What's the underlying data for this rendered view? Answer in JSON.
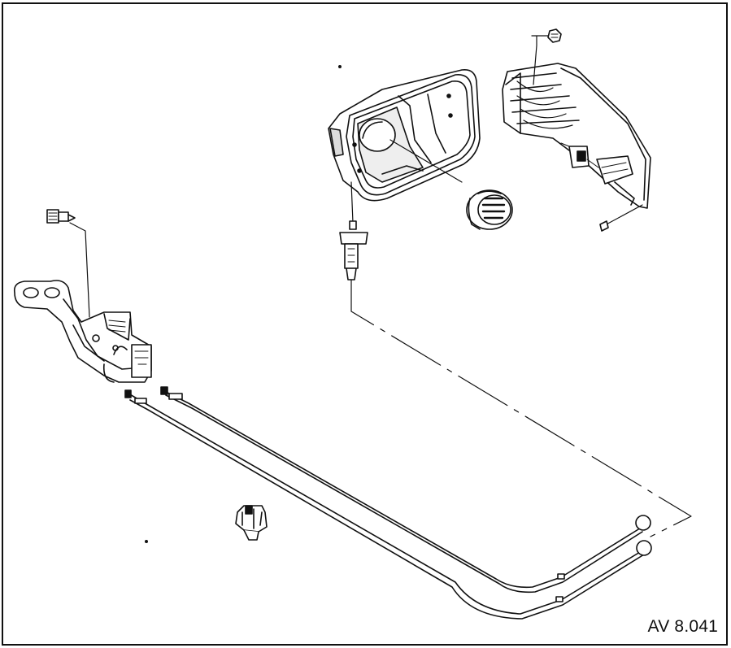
{
  "figure": {
    "reference_code": "AV 8.041",
    "colors": {
      "ink": "#111111",
      "paper": "#ffffff",
      "shade": "#d8d8d8"
    },
    "parts": [
      "bolt",
      "release-lever-assembly",
      "cable-lower",
      "cable-upper",
      "cable-clip",
      "fuel-filler-housing",
      "filler-cap",
      "latch-actuator",
      "filler-door-flap",
      "flap-nut",
      "flap-screw"
    ]
  }
}
